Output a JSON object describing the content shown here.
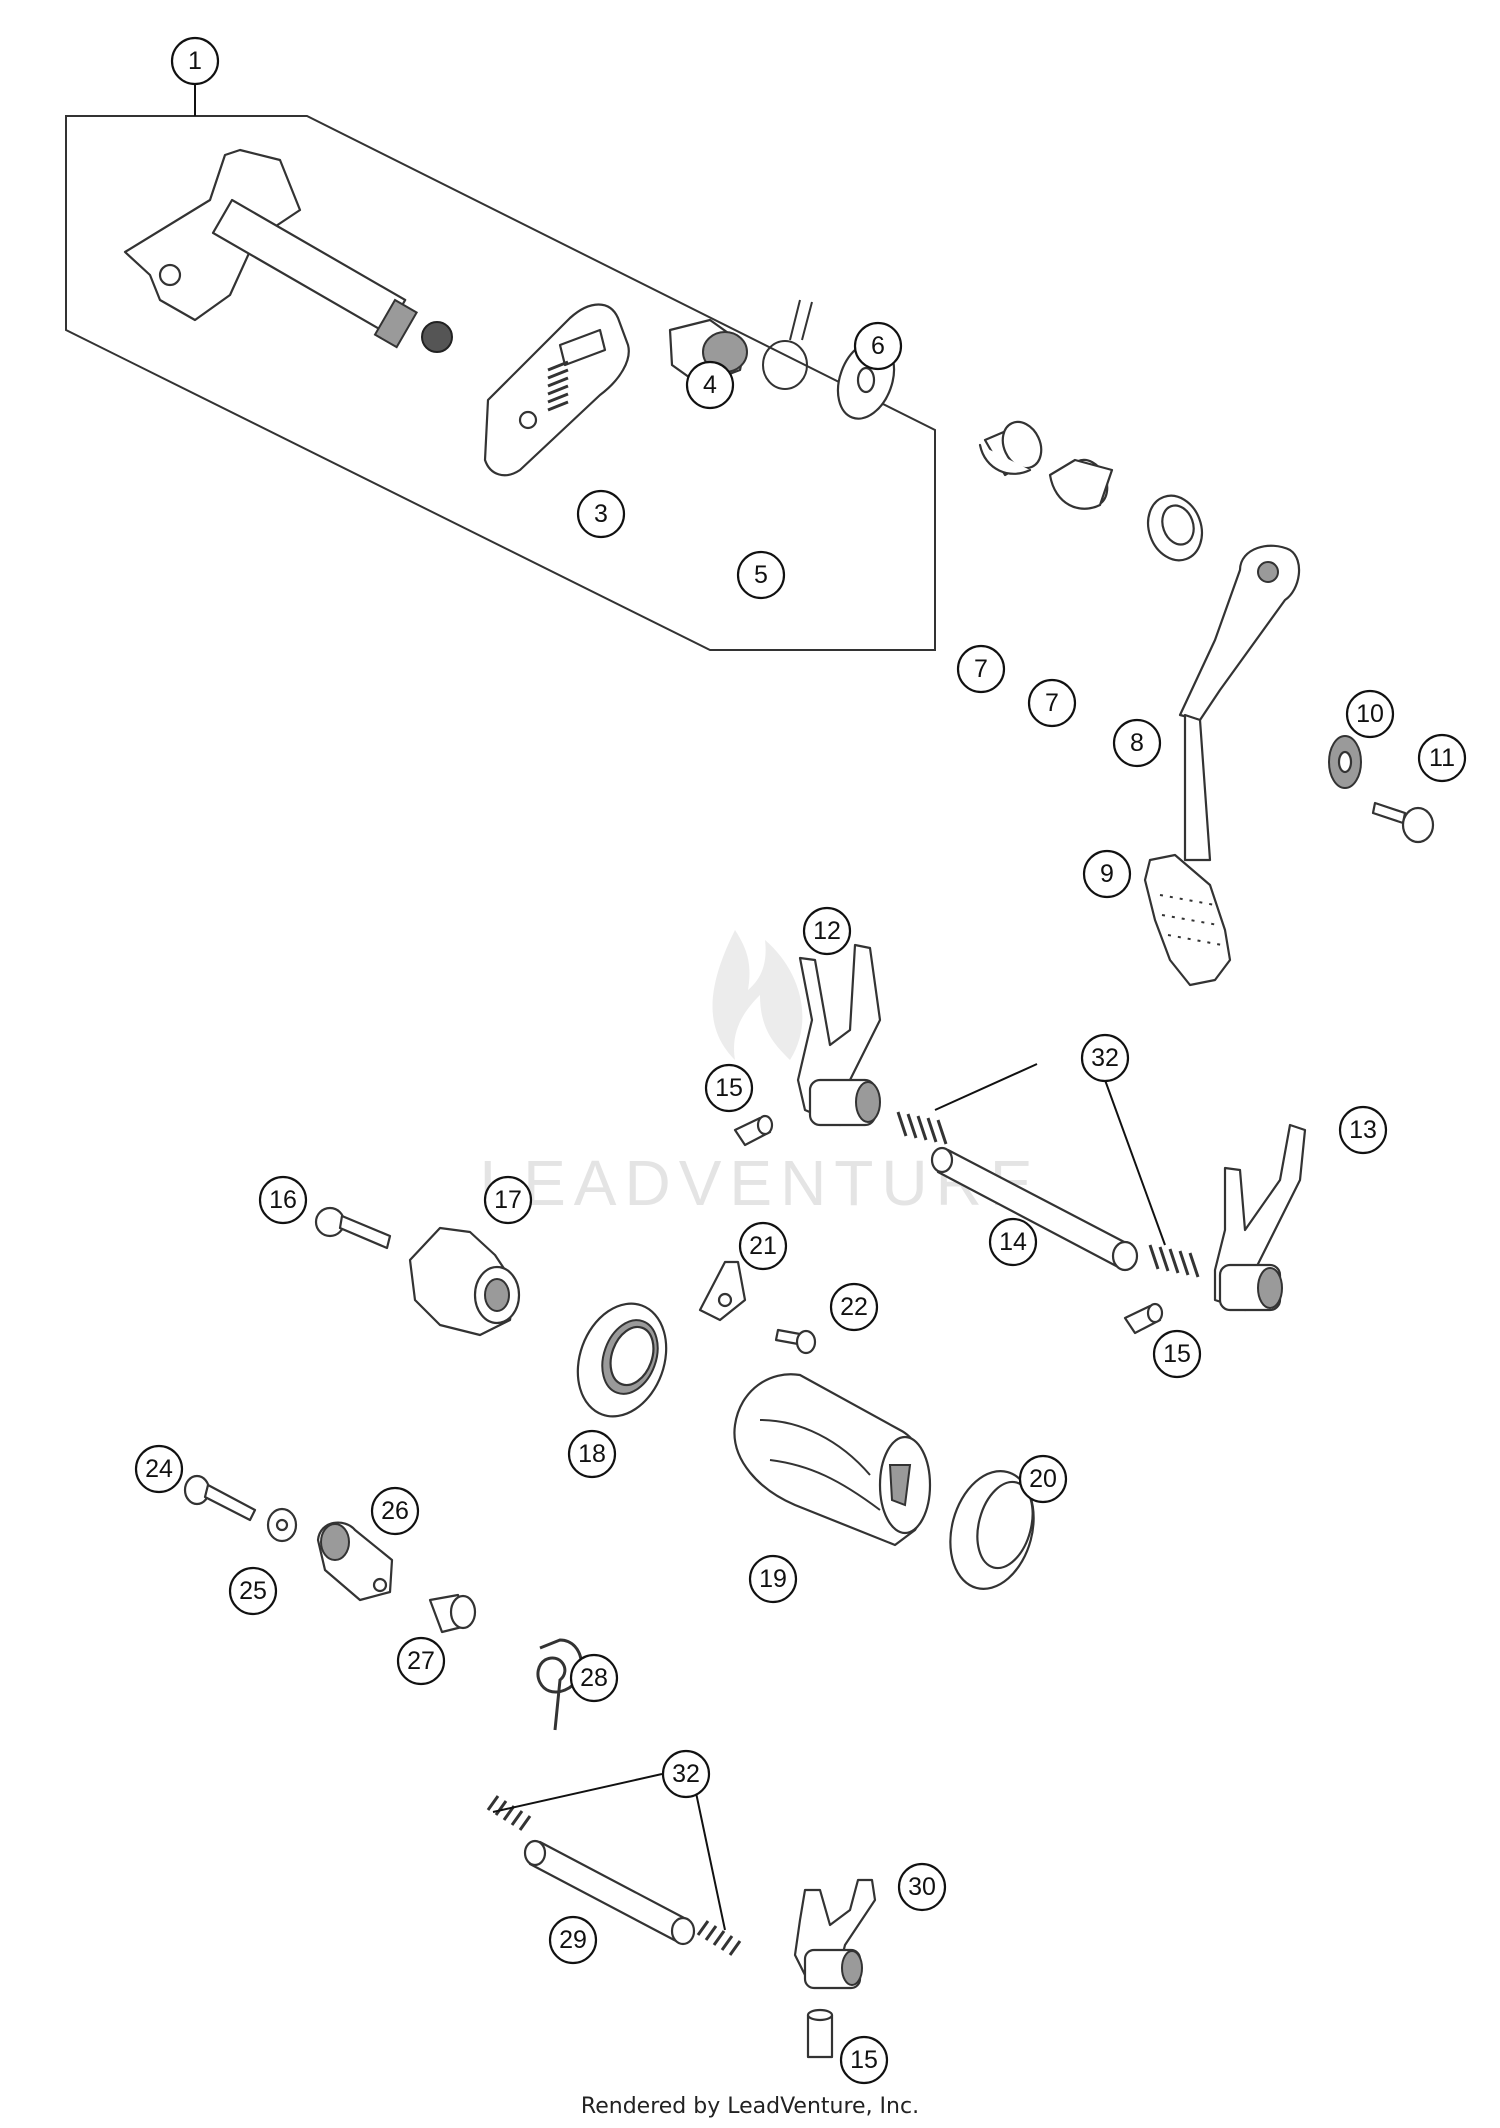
{
  "watermark": "LEADVENTURE",
  "footer": "Rendered by LeadVenture, Inc.",
  "callouts": {
    "c1": "1",
    "c3": "3",
    "c4": "4",
    "c5": "5",
    "c6": "6",
    "c7a": "7",
    "c7b": "7",
    "c8": "8",
    "c9": "9",
    "c10": "10",
    "c11": "11",
    "c12": "12",
    "c13": "13",
    "c14": "14",
    "c15a": "15",
    "c15b": "15",
    "c15c": "15",
    "c16": "16",
    "c17": "17",
    "c18": "18",
    "c19": "19",
    "c20": "20",
    "c21": "21",
    "c22": "22",
    "c24": "24",
    "c25": "25",
    "c26": "26",
    "c27": "27",
    "c28": "28",
    "c29": "29",
    "c30": "30",
    "c32a": "32",
    "c32b": "32"
  }
}
